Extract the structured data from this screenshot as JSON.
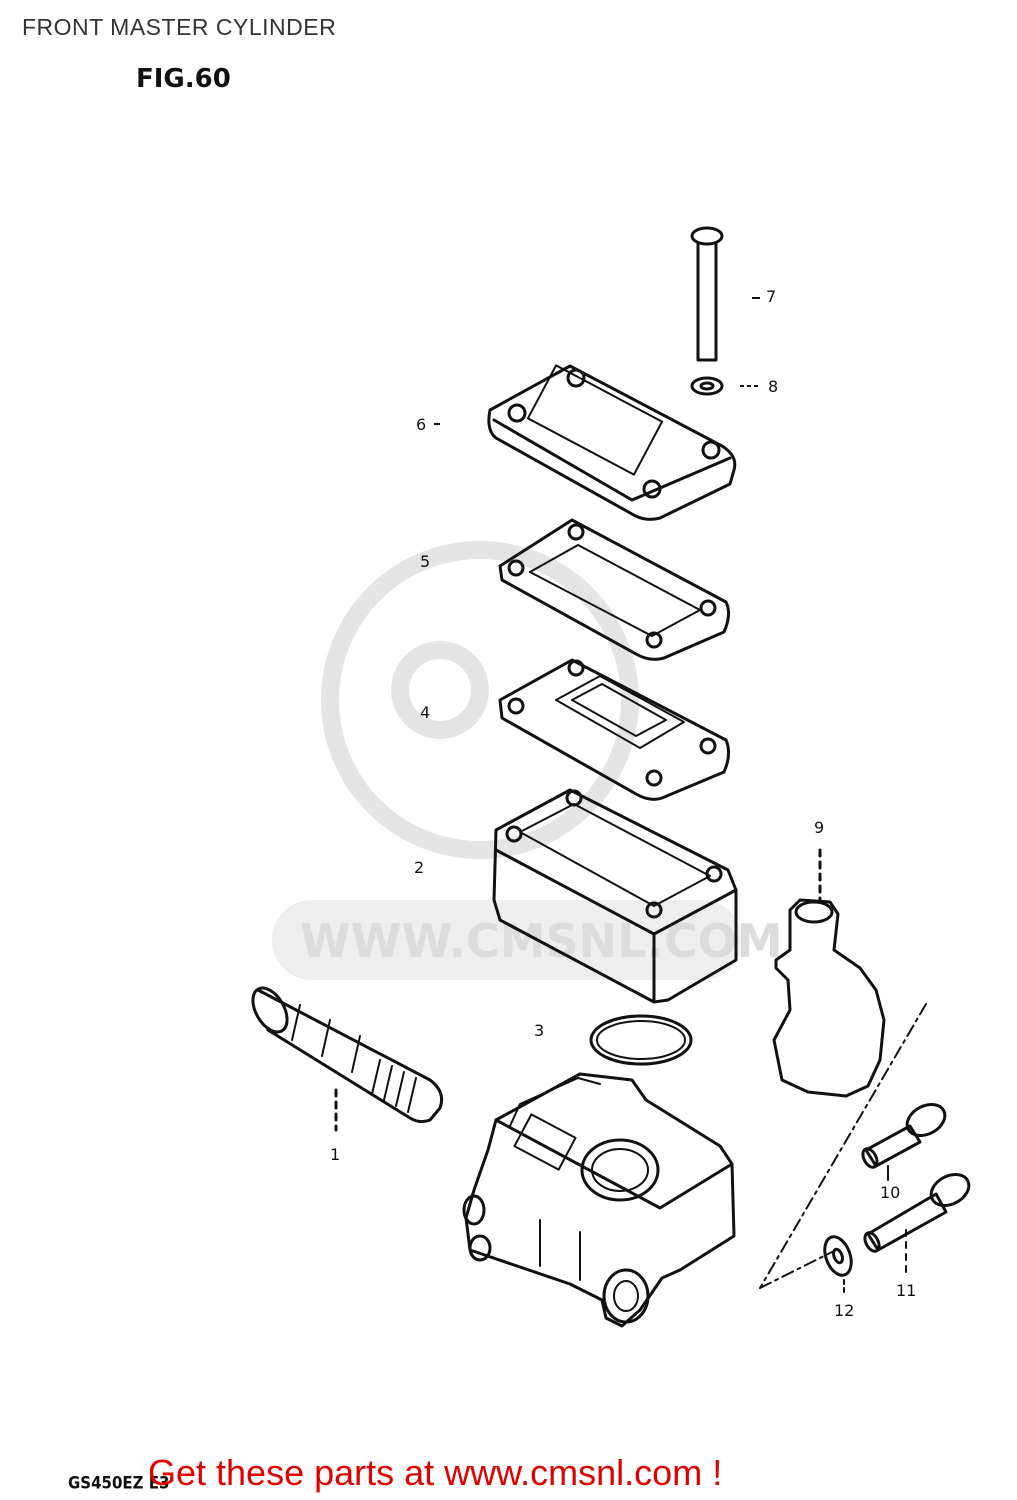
{
  "page_title": "FRONT MASTER CYLINDER",
  "figure_label": "FIG.60",
  "watermark": "WWW.CMSNL.COM",
  "callouts": {
    "c1": "1",
    "c2": "2",
    "c3": "3",
    "c4": "4",
    "c5": "5",
    "c6": "6",
    "c7": "7",
    "c8": "8",
    "c9": "9",
    "c10": "10",
    "c11": "11",
    "c12": "12"
  },
  "model_code": "GS450EZ E3",
  "ad_banner": "Get these parts at www.cmsnl.com !"
}
